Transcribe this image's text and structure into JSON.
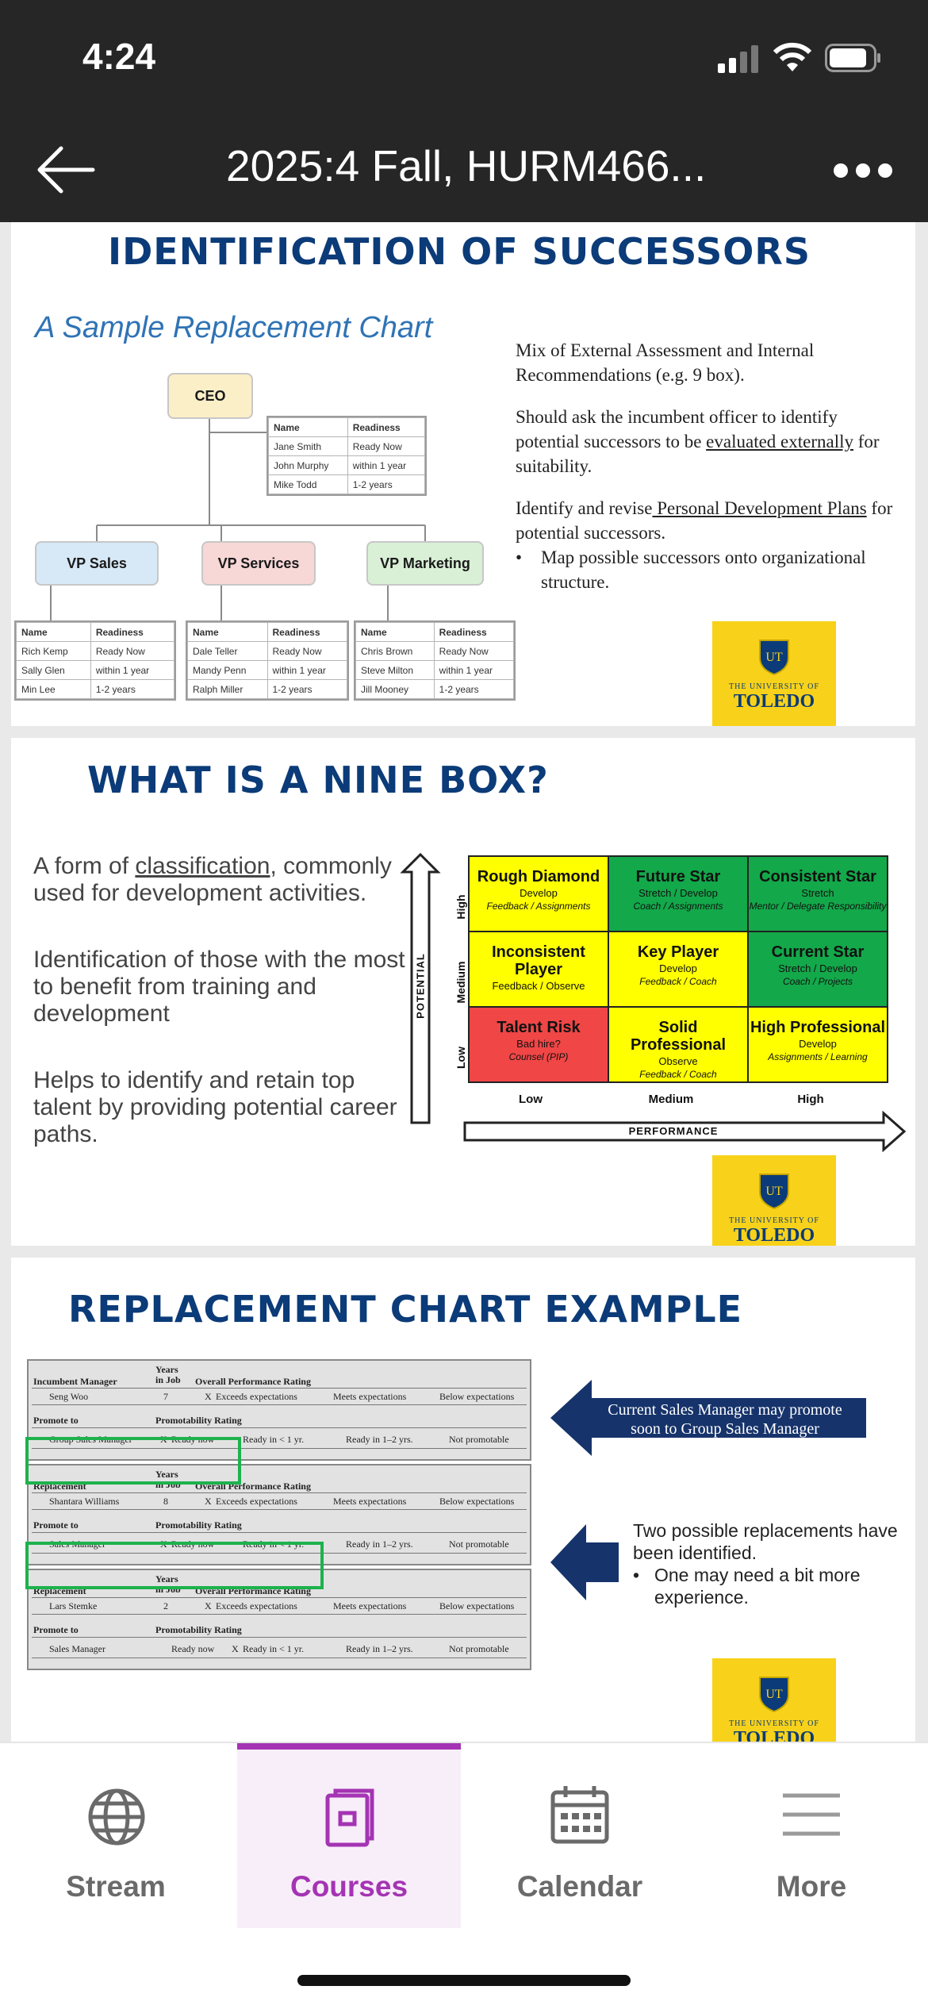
{
  "status_bar": {
    "time": "4:24"
  },
  "nav": {
    "title": "2025:4 Fall, HURM466..."
  },
  "slide1": {
    "heading": "IDENTIFICATION OF SUCCESSORS",
    "chart_title": "A Sample Replacement Chart",
    "ceo": "CEO",
    "vp_sales": "VP Sales",
    "vp_services": "VP Services",
    "vp_marketing": "VP Marketing",
    "col_name": "Name",
    "col_readiness": "Readiness",
    "ceo_table": [
      [
        "Jane Smith",
        "Ready Now"
      ],
      [
        "John Murphy",
        "within 1 year"
      ],
      [
        "Mike Todd",
        "1-2 years"
      ]
    ],
    "sales_table": [
      [
        "Rich Kemp",
        "Ready Now"
      ],
      [
        "Sally Glen",
        "within 1 year"
      ],
      [
        "Min Lee",
        "1-2 years"
      ]
    ],
    "services_table": [
      [
        "Dale Teller",
        "Ready Now"
      ],
      [
        "Mandy Penn",
        "within 1 year"
      ],
      [
        "Ralph Miller",
        "1-2 years"
      ]
    ],
    "marketing_table": [
      [
        "Chris Brown",
        "Ready Now"
      ],
      [
        "Steve Milton",
        "within 1 year"
      ],
      [
        "Jill Mooney",
        "1-2 years"
      ]
    ],
    "p1": "Mix of External Assessment and Internal Recommendations (e.g. 9 box).",
    "p2a": "Should ask the incumbent officer to identify potential successors to be ",
    "p2b": "evaluated externally",
    "p2c": " for suitability.",
    "p3a": "Identify and revise",
    "p3b": " Personal Development Plans",
    "p3c": " for potential successors.",
    "bullet": "Map possible successors onto organizational structure."
  },
  "logo": {
    "small": "THE UNIVERSITY OF",
    "name": "TOLEDO",
    "shield": "UT"
  },
  "slide2": {
    "heading": "WHAT IS A NINE BOX?",
    "t1a": "A form of ",
    "t1b": "classification",
    "t1c": ", commonly used for development activities.",
    "t2": "Identification of those with the most to benefit from training and development",
    "t3": "Helps to identify and retain top talent by providing potential career paths.",
    "potential": "POTENTIAL",
    "performance": "PERFORMANCE",
    "rows": [
      "High",
      "Medium",
      "Low"
    ],
    "cols": [
      "Low",
      "Medium",
      "High"
    ],
    "boxes": [
      {
        "title": "Rough Diamond",
        "sub": "Develop",
        "note": "Feedback / Assignments",
        "color": "#ffff00"
      },
      {
        "title": "Future Star",
        "sub": "Stretch / Develop",
        "note": "Coach / Assignments",
        "color": "#13a84a"
      },
      {
        "title": "Consistent Star",
        "sub": "Stretch",
        "note": "Mentor / Delegate Responsibility",
        "color": "#13a84a"
      },
      {
        "title": "Inconsistent Player",
        "sub": "Feedback / Observe",
        "note": "",
        "color": "#ffff00"
      },
      {
        "title": "Key Player",
        "sub": "Develop",
        "note": "Feedback / Coach",
        "color": "#ffff00"
      },
      {
        "title": "Current Star",
        "sub": "Stretch / Develop",
        "note": "Coach / Projects",
        "color": "#13a84a"
      },
      {
        "title": "Talent Risk",
        "sub": "Bad hire?",
        "note": "Counsel (PIP)",
        "color": "#f04646"
      },
      {
        "title": "Solid Professional",
        "sub": "Observe",
        "note": "Feedback / Coach",
        "color": "#ffff00"
      },
      {
        "title": "High Professional",
        "sub": "Develop",
        "note": "Assignments / Learning",
        "color": "#ffff00"
      }
    ]
  },
  "slide3": {
    "heading": "REPLACEMENT CHART EXAMPLE",
    "callout1": "Current Sales Manager may promote soon to Group Sales Manager",
    "callout2": "Two possible replacements have been identified.",
    "bullet": "One may need a bit more experience.",
    "years": "Years",
    "in_job": "in Job",
    "overall": "Overall Performance Rating",
    "promote_to": "Promote to",
    "promotability": "Promotability Rating",
    "exceeds": "Exceeds expectations",
    "meets": "Meets expectations",
    "below": "Below expectations",
    "ready_now": "Ready now",
    "ready_1": "Ready in < 1 yr.",
    "ready_12": "Ready in 1–2 yrs.",
    "not_prom": "Not promotable",
    "x": "X",
    "forms": [
      {
        "role": "Incumbent Manager",
        "name": "Seng Woo",
        "years": "7",
        "promote": "Group Sales Manager"
      },
      {
        "role": "Replacement",
        "name": "Shantara Williams",
        "years": "8",
        "promote": "Sales Manager"
      },
      {
        "role": "Replacement",
        "name": "Lars Stemke",
        "years": "2",
        "promote": "Sales Manager"
      }
    ]
  },
  "tabs": [
    {
      "label": "Stream",
      "icon": "globe-icon"
    },
    {
      "label": "Courses",
      "icon": "course-book-icon"
    },
    {
      "label": "Calendar",
      "icon": "calendar-icon"
    },
    {
      "label": "More",
      "icon": "menu-lines-icon"
    }
  ],
  "colors": {
    "accent": "#a434b3",
    "heading": "#0b3b78",
    "logo_bg": "#f8d21a"
  }
}
